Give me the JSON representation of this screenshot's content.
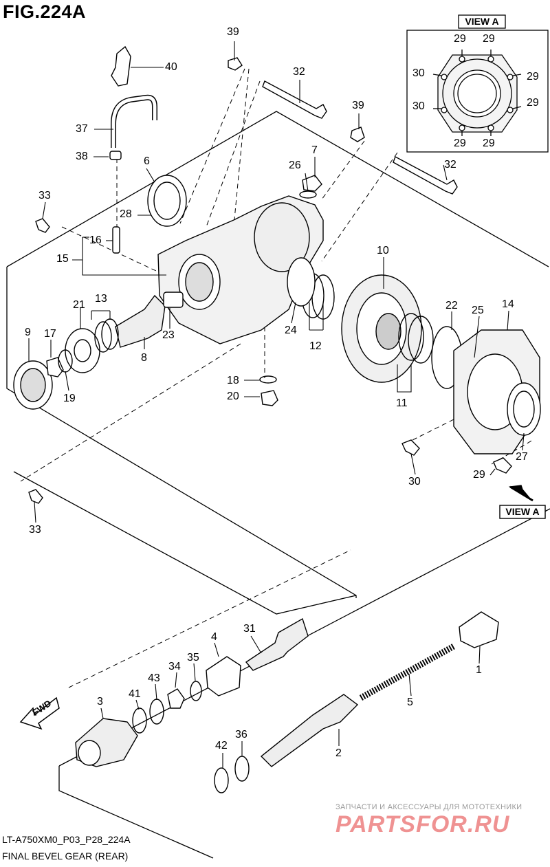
{
  "figure": {
    "title": "FIG.224A",
    "code": "LT-A750XM0_P03_P28_224A",
    "caption": "FINAL BEVEL GEAR (REAR)"
  },
  "view_a": {
    "label_top": "VIEW A",
    "label_bottom": "VIEW A",
    "callouts": [
      "29",
      "29",
      "30",
      "29",
      "30",
      "29",
      "29",
      "29"
    ]
  },
  "fwd_label": "FWD",
  "parts": [
    "1",
    "2",
    "3",
    "4",
    "5",
    "6",
    "7",
    "8",
    "9",
    "10",
    "11",
    "12",
    "13",
    "14",
    "15",
    "16",
    "17",
    "18",
    "19",
    "20",
    "21",
    "22",
    "23",
    "24",
    "25",
    "26",
    "27",
    "28",
    "29",
    "30",
    "31",
    "32",
    "33",
    "34",
    "35",
    "36",
    "37",
    "38",
    "39",
    "40",
    "41",
    "42",
    "43"
  ],
  "callouts_main": {
    "p39a": "39",
    "p40": "40",
    "p32a": "32",
    "p39b": "39",
    "p37": "37",
    "p38": "38",
    "p6": "6",
    "p7": "7",
    "p26": "26",
    "p32b": "32",
    "p33a": "33",
    "p28": "28",
    "p16": "16",
    "p15": "15",
    "p10": "10",
    "p21": "21",
    "p13": "13",
    "p22": "22",
    "p25": "25",
    "p14": "14",
    "p9": "9",
    "p17": "17",
    "p23": "23",
    "p24": "24",
    "p12": "12",
    "p8": "8",
    "p19": "19",
    "p18": "18",
    "p20": "20",
    "p11": "11",
    "p27": "27",
    "p30": "30",
    "p29": "29",
    "p33b": "33",
    "p31": "31",
    "p4": "4",
    "p35": "35",
    "p34": "34",
    "p43": "43",
    "p41": "41",
    "p3": "3",
    "p1": "1",
    "p5": "5",
    "p42": "42",
    "p36": "36",
    "p2": "2"
  },
  "watermark": {
    "line1": "ЗАПЧАСТИ И АКСЕССУАРЫ ДЛЯ МОТОТЕХНИКИ",
    "line2": "PARTSFOR.RU",
    "color": "#e23a3a"
  }
}
